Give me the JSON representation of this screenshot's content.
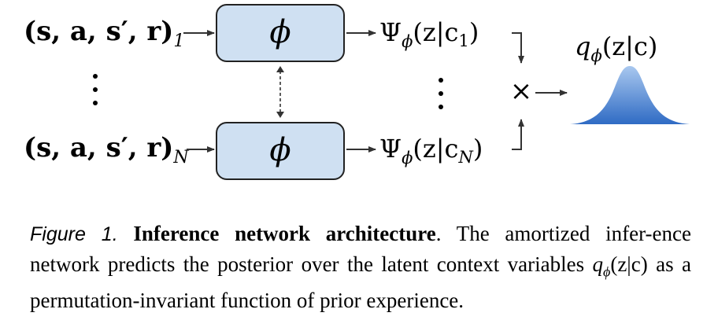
{
  "diagram": {
    "tuple_top": "(s, a, s′, r)",
    "tuple_top_sub": "1",
    "tuple_bottom": "(s, a, s′, r)",
    "tuple_bottom_sub": "N",
    "encoder_top": "ϕ",
    "encoder_bottom": "ϕ",
    "factor_top": "Ψ",
    "factor_top_sub": "ϕ",
    "factor_top_arg": "(z|c",
    "factor_top_arg_sub": "1",
    "factor_bottom": "Ψ",
    "factor_bottom_sub": "ϕ",
    "factor_bottom_arg": "(z|c",
    "factor_bottom_arg_sub": "N",
    "product_symbol": "×",
    "posterior": "q",
    "posterior_sub": "ϕ",
    "posterior_arg": "(z|c)",
    "colors": {
      "box_fill": "#cfe0f2",
      "box_stroke": "#222222",
      "gaussian_top": "#a9c8ef",
      "gaussian_bottom": "#2f6bc4",
      "arrow": "#333333"
    }
  },
  "caption": {
    "label": "Figure 1.",
    "title": "Inference network architecture",
    "text_1": ". The amortized infer-ence network predicts the posterior over the latent context variables ",
    "math_q": "q",
    "math_sub": "ϕ",
    "math_arg": "(z|c)",
    "text_2": " as a permutation-invariant function of prior experience."
  }
}
